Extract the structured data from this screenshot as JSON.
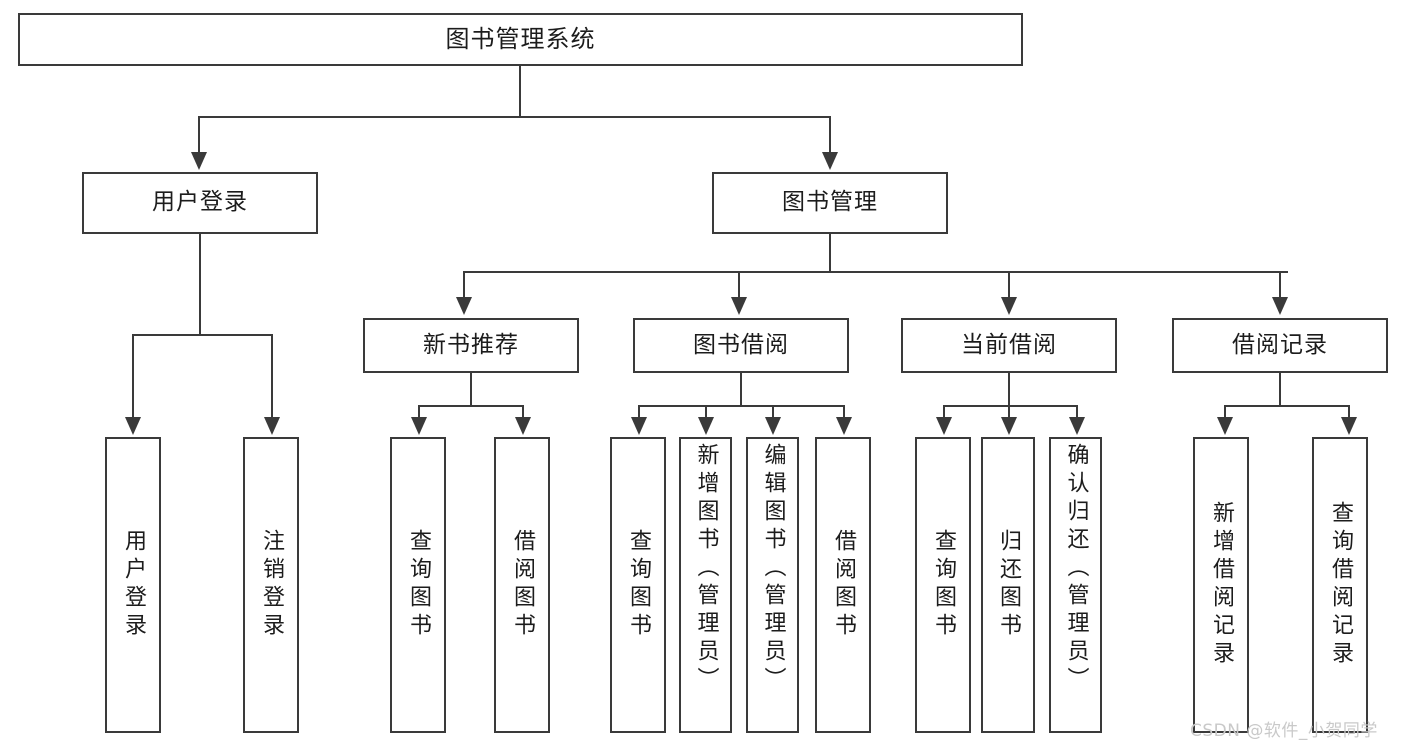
{
  "diagram": {
    "title": "图书管理系统",
    "type": "hierarchy-tree",
    "root": {
      "id": "root",
      "label": "图书管理系统"
    },
    "level2": [
      {
        "id": "user-login",
        "label": "用户登录"
      },
      {
        "id": "book-manage",
        "label": "图书管理"
      }
    ],
    "level3": [
      {
        "id": "new-book-recommend",
        "label": "新书推荐"
      },
      {
        "id": "book-borrow",
        "label": "图书借阅"
      },
      {
        "id": "current-borrow",
        "label": "当前借阅"
      },
      {
        "id": "borrow-record",
        "label": "借阅记录"
      }
    ],
    "leaves": {
      "user_login": [
        {
          "id": "leaf-user-login",
          "label": "用户登录"
        },
        {
          "id": "leaf-logout",
          "label": "注销登录"
        }
      ],
      "new_book_recommend": [
        {
          "id": "leaf-query-book-1",
          "label": "查询图书"
        },
        {
          "id": "leaf-borrow-book-1",
          "label": "借阅图书"
        }
      ],
      "book_borrow": [
        {
          "id": "leaf-query-book-2",
          "label": "查询图书"
        },
        {
          "id": "leaf-add-book",
          "label": "新增图书（管理员）"
        },
        {
          "id": "leaf-edit-book",
          "label": "编辑图书（管理员）"
        },
        {
          "id": "leaf-borrow-book-2",
          "label": "借阅图书"
        }
      ],
      "current_borrow": [
        {
          "id": "leaf-query-book-3",
          "label": "查询图书"
        },
        {
          "id": "leaf-return-book",
          "label": "归还图书"
        },
        {
          "id": "leaf-confirm-return",
          "label": "确认归还（管理员）"
        }
      ],
      "borrow_record": [
        {
          "id": "leaf-add-record",
          "label": "新增借阅记录"
        },
        {
          "id": "leaf-query-record",
          "label": "查询借阅记录"
        }
      ]
    }
  },
  "watermark": {
    "text": "CSDN @软件_小贺同学"
  },
  "colors": {
    "stroke": "#3a3a3a",
    "text": "#1c1c1c",
    "background": "#ffffff",
    "watermark": "#c9c9c9"
  }
}
